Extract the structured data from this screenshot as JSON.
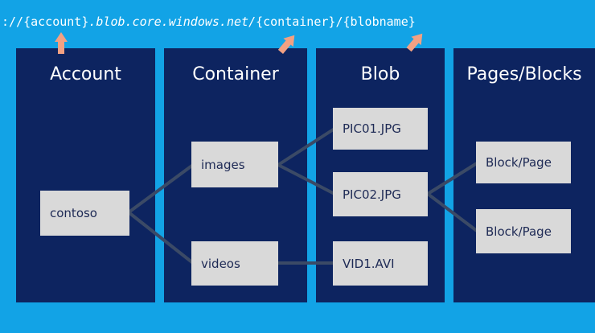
{
  "url": {
    "prefix": "://",
    "account": "{account}",
    "domain": ".blob.core.windows.net",
    "sep1": "/",
    "container": "{container}",
    "sep2": "/",
    "blobname": "{blobname}"
  },
  "columns": {
    "account": "Account",
    "container": "Container",
    "blob": "Blob",
    "pages": "Pages/Blocks"
  },
  "nodes": {
    "contoso": "contoso",
    "images": "images",
    "videos": "videos",
    "pic01": "PIC01.JPG",
    "pic02": "PIC02.JPG",
    "vid1": "VID1.AVI",
    "block1": "Block/Page",
    "block2": "Block/Page"
  },
  "colors": {
    "background": "#12a3e6",
    "column": "#0d2460",
    "node": "#d9d9d9",
    "connector": "#3b4a66",
    "arrow": "#f2a183"
  }
}
